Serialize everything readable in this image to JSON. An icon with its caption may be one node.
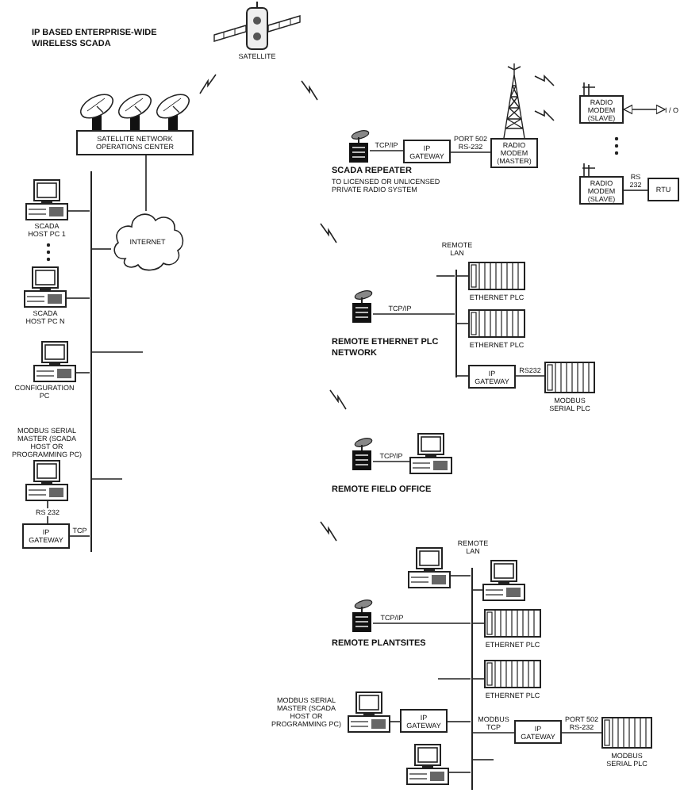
{
  "diagram": {
    "title": "IP BASED ENTERPRISE-WIDE WIRELESS SCADA",
    "nodes": [
      {
        "text": [
          "SATELLITE"
        ]
      },
      {
        "text": [
          "SATELLITE NETWORK OPERATIONS CENTER"
        ]
      },
      {
        "text": [
          "INTERNET"
        ]
      },
      {
        "text": [],
        "shape": "bar"
      },
      {
        "text": [
          "SCADA HOST PC 1"
        ]
      },
      {
        "text": [
          "SCADA HOST PC N"
        ]
      },
      {
        "text": [
          "CONFIGURATION PC"
        ]
      },
      {
        "text": [
          "MODBUS SERIAL MASTER (SCADA HOST OR PROGRAMMING PC)"
        ]
      },
      {
        "text": [
          "IP GATEWAY"
        ]
      },
      {
        "text": [],
        "shape": "picture"
      },
      {
        "text": [
          "IP GATEWAY"
        ]
      },
      {
        "text": [
          "RADIO MODEM (MASTER)"
        ]
      },
      {
        "text": [
          "RADIO MODEM (SLAVE)"
        ]
      },
      {
        "text": [
          "I / O"
        ]
      },
      {
        "text": [
          "RADIO MODEM (SLAVE)"
        ]
      },
      {
        "text": [
          "RTU"
        ]
      },
      {
        "text": [],
        "shape": "picture"
      },
      {
        "text": [],
        "shape": "bar"
      },
      {
        "text": [
          "ETHERNET PLC"
        ]
      },
      {
        "text": [
          "ETHERNET PLC"
        ]
      },
      {
        "text": [
          "IP GATEWAY"
        ]
      },
      {
        "text": [
          "MODBUS SERIAL PLC"
        ]
      },
      {
        "text": [],
        "shape": "picture"
      },
      {
        "text": [],
        "shape": "picture"
      },
      {
        "text": [],
        "shape": "picture"
      },
      {
        "text": [],
        "shape": "bar"
      },
      {
        "text": [],
        "shape": "picture"
      },
      {
        "text": [],
        "shape": "picture"
      },
      {
        "text": [
          "ETHERNET PLC"
        ]
      },
      {
        "text": [
          "ETHERNET PLC"
        ]
      },
      {
        "text": [
          "MODBUS SERIAL MASTER (SCADA HOST OR PROGRAMMING PC)"
        ]
      },
      {
        "text": [
          "IP GATEWAY"
        ]
      },
      {
        "text": [
          "IP GATEWAY"
        ]
      },
      {
        "text": [
          "MODBUS SERIAL PLC"
        ]
      },
      {
        "text": [],
        "shape": "picture"
      }
    ],
    "edges": [
      {
        "from": 1,
        "to": 2,
        "arrow": "none"
      },
      {
        "from": 2,
        "to": 3,
        "arrow": "none"
      },
      {
        "from": 4,
        "to": 3,
        "arrow": "none"
      },
      {
        "from": 5,
        "to": 3,
        "arrow": "none"
      },
      {
        "from": 3,
        "to": null,
        "arrow": "none"
      },
      {
        "from": 6,
        "to": 3,
        "arrow": "none"
      },
      {
        "from": 3,
        "to": null,
        "arrow": "none"
      },
      {
        "from": 7,
        "to": 8,
        "arrow": "none",
        "label": "RS 232"
      },
      {
        "from": 8,
        "to": 3,
        "arrow": "none",
        "label": "TCP"
      },
      {
        "from": 9,
        "to": 10,
        "arrow": "none",
        "label": "TCP/IP"
      },
      {
        "from": 10,
        "to": 11,
        "arrow": "none",
        "label": "PORT 502 RS-232"
      },
      {
        "from": 12,
        "to": 13,
        "arrow": "both"
      },
      {
        "from": 14,
        "to": 15,
        "arrow": "none",
        "label": "RS 232"
      },
      {
        "from": 16,
        "to": 17,
        "arrow": "none",
        "label": "TCP/IP"
      },
      {
        "from": 17,
        "to": null,
        "arrow": "none"
      },
      {
        "from": 17,
        "to": 18,
        "arrow": "none"
      },
      {
        "from": 17,
        "to": 19,
        "arrow": "none"
      },
      {
        "from": 17,
        "to": 20,
        "arrow": "none"
      },
      {
        "from": 20,
        "to": 21,
        "arrow": "none",
        "label": "RS232"
      },
      {
        "from": 22,
        "to": 23,
        "arrow": "none",
        "label": "TCP/IP"
      },
      {
        "from": 24,
        "to": 25,
        "arrow": "none"
      },
      {
        "from": 25,
        "to": 26,
        "arrow": "none"
      },
      {
        "from": 27,
        "to": 25,
        "arrow": "none",
        "label": "TCP/IP"
      },
      {
        "from": 25,
        "to": 28,
        "arrow": "none"
      },
      {
        "from": 25,
        "to": null,
        "arrow": "none"
      },
      {
        "from": 25,
        "to": 29,
        "arrow": "none"
      },
      {
        "from": 30,
        "to": 31,
        "arrow": "none"
      },
      {
        "from": 31,
        "to": 25,
        "arrow": "none"
      },
      {
        "from": 25,
        "to": 32,
        "arrow": "none",
        "label": "MODBUS TCP"
      },
      {
        "from": 32,
        "to": 33,
        "arrow": "none",
        "label": "PORT 502 RS-232"
      },
      {
        "from": 34,
        "to": 25,
        "arrow": "none"
      },
      {
        "from": 25,
        "to": null,
        "arrow": "none"
      }
    ],
    "labels": [
      "SCADA REPEATER",
      "TO LICENSED OR UNLICENSED PRIVATE RADIO SYSTEM",
      "REMOTE LAN",
      "REMOTE ETHERNET PLC NETWORK",
      "REMOTE FIELD OFFICE",
      "REMOTE LAN",
      "REMOTE PLANTSITES"
    ]
  }
}
